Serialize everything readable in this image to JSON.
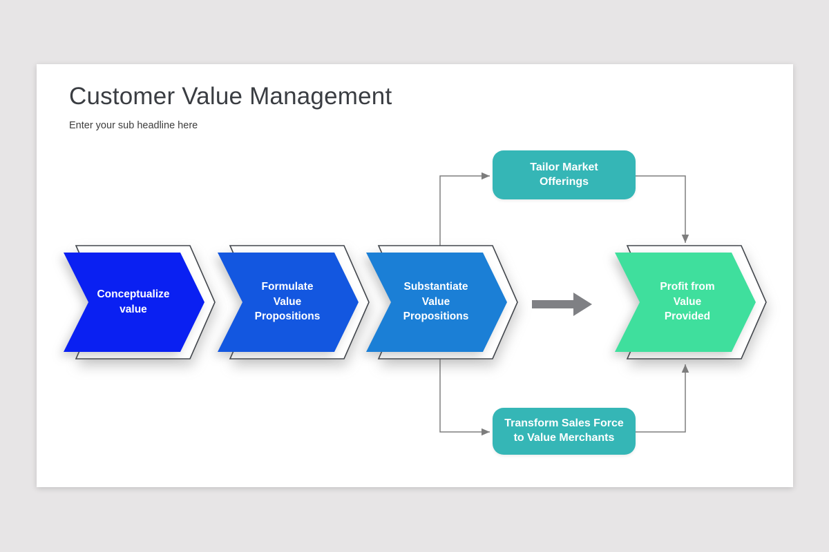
{
  "slide": {
    "title": "Customer Value Management",
    "subtitle": "Enter your sub headline here"
  },
  "process": {
    "steps": [
      {
        "label": "Conceptualize\nvalue",
        "color": "#0a20f2"
      },
      {
        "label": "Formulate\nValue\nPropositions",
        "color": "#1357e0"
      },
      {
        "label": "Substantiate\nValue\nPropositions",
        "color": "#1b7fd6"
      },
      {
        "label": "Profit from\nValue\nProvided",
        "color": "#3fdf9d"
      }
    ],
    "branches": {
      "top": {
        "label": "Tailor Market\nOfferings",
        "color": "#35b6b6"
      },
      "bottom": {
        "label": "Transform Sales Force\nto Value Merchants",
        "color": "#35b6b6"
      }
    },
    "colors": {
      "connector": "#7d7d7d",
      "chevron_outline": "#42464c",
      "flow_arrow": "#7f8084",
      "page_background": "#e7e5e6",
      "card_background": "#ffffff"
    }
  }
}
